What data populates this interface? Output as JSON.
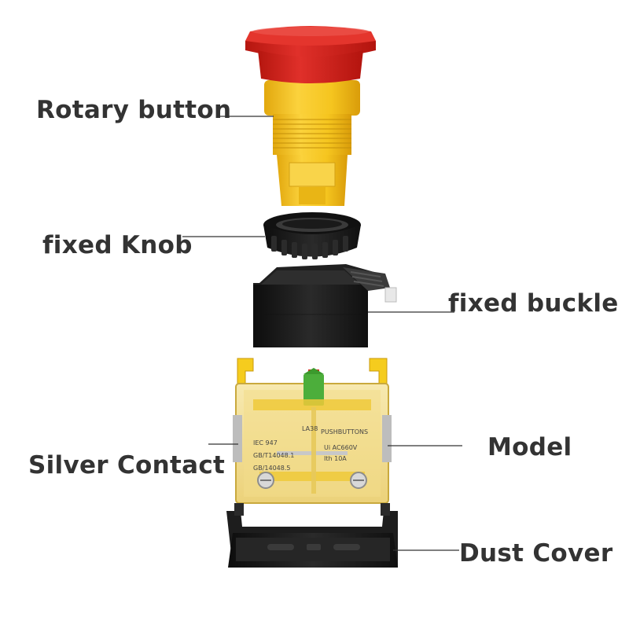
{
  "labels": {
    "rotary_button": "Rotary button",
    "fixed_knob": "fixed Knob",
    "fixed_buckle": "fixed buckle",
    "silver_contact": "Silver Contact",
    "model": "Model",
    "dust_cover": "Dust Cover"
  },
  "contact_block_markings": {
    "line1": "IEC 947",
    "line2": "GB/T14048.1",
    "line3": "GB/14048.5",
    "brand": "LA38",
    "type": "PUSHBUTTONS",
    "voltage": "Ui AC660V",
    "current": "Ith 10A"
  },
  "colors": {
    "cap_red": "#d8261f",
    "body_yellow": "#f2c21c",
    "part_black": "#1b1b1b",
    "label_text": "#333333",
    "leader_line": "#333333"
  }
}
